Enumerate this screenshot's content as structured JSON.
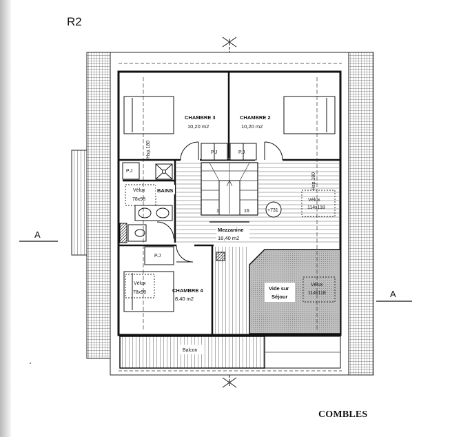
{
  "sheet": {
    "label": "R2",
    "plan_title": "COMBLES"
  },
  "section_marks": {
    "left": "A",
    "right": "A"
  },
  "rooms": {
    "chambre3": {
      "name": "CHAMBRE 3",
      "area": "10,20 m2"
    },
    "chambre2": {
      "name": "CHAMBRE 2",
      "area": "10,20 m2"
    },
    "chambre4": {
      "name": "CHAMBRE 4",
      "area": "8,40 m2"
    },
    "mezzanine": {
      "name": "Mezzanine",
      "area": "18,40 m2"
    },
    "bains": {
      "name": "BAINS"
    },
    "vide_sejour": {
      "line1": "Vide sur",
      "line2": "Séjour"
    },
    "balcon": {
      "name": "Balcon"
    }
  },
  "fixtures": {
    "placard": "P.J",
    "velux_label": "Vélux",
    "velux_small_size": "78x98",
    "velux_large_size": "114x118",
    "hsp": "Hsp.180",
    "level": "+731",
    "stair_step_first": "1",
    "stair_step_last": "16"
  },
  "colors": {
    "ink": "#1a1a1a",
    "void_fill": "#bdbdbd",
    "roof_hatch": "#444444"
  }
}
